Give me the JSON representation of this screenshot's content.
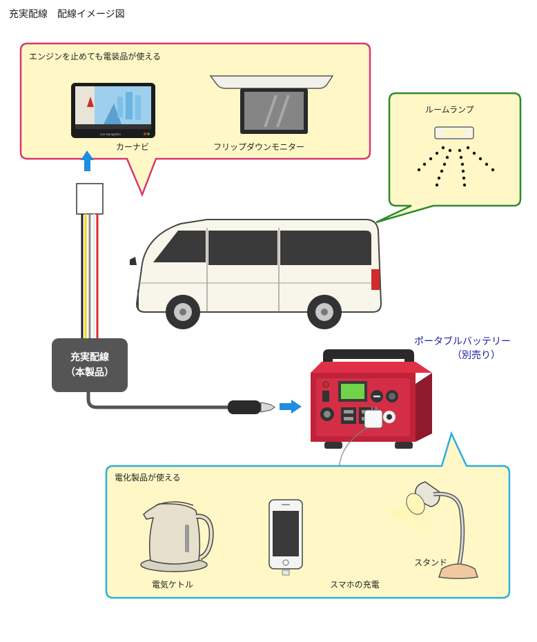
{
  "page_title": "充実配線　配線イメージ図",
  "car_box": {
    "title": "エンジンを止めても電装品が使える",
    "car_nav_label": "カーナビ",
    "car_nav_screen_brand": "Car Navigation",
    "flip_monitor_label": "フリップダウンモニター"
  },
  "room_box": {
    "room_lamp_label": "ルームランプ"
  },
  "product": {
    "line1": "充実配線",
    "line2": "（本製品）"
  },
  "battery": {
    "line1": "ポータブルバッテリー",
    "line2": "（別売り）"
  },
  "appliance_box": {
    "title": "電化製品が使える",
    "kettle_label": "電気ケトル",
    "phone_label": "スマホの充電",
    "stand_label": "スタンド"
  },
  "colors": {
    "car_box_border": "#d63872",
    "box_fill": "#fff8c6",
    "room_box_border": "#2d8a2d",
    "appliance_box_border": "#2aaee0",
    "arrow_blue": "#1f8de0",
    "battery_red": "#c0223a",
    "product_badge": "#555555"
  }
}
